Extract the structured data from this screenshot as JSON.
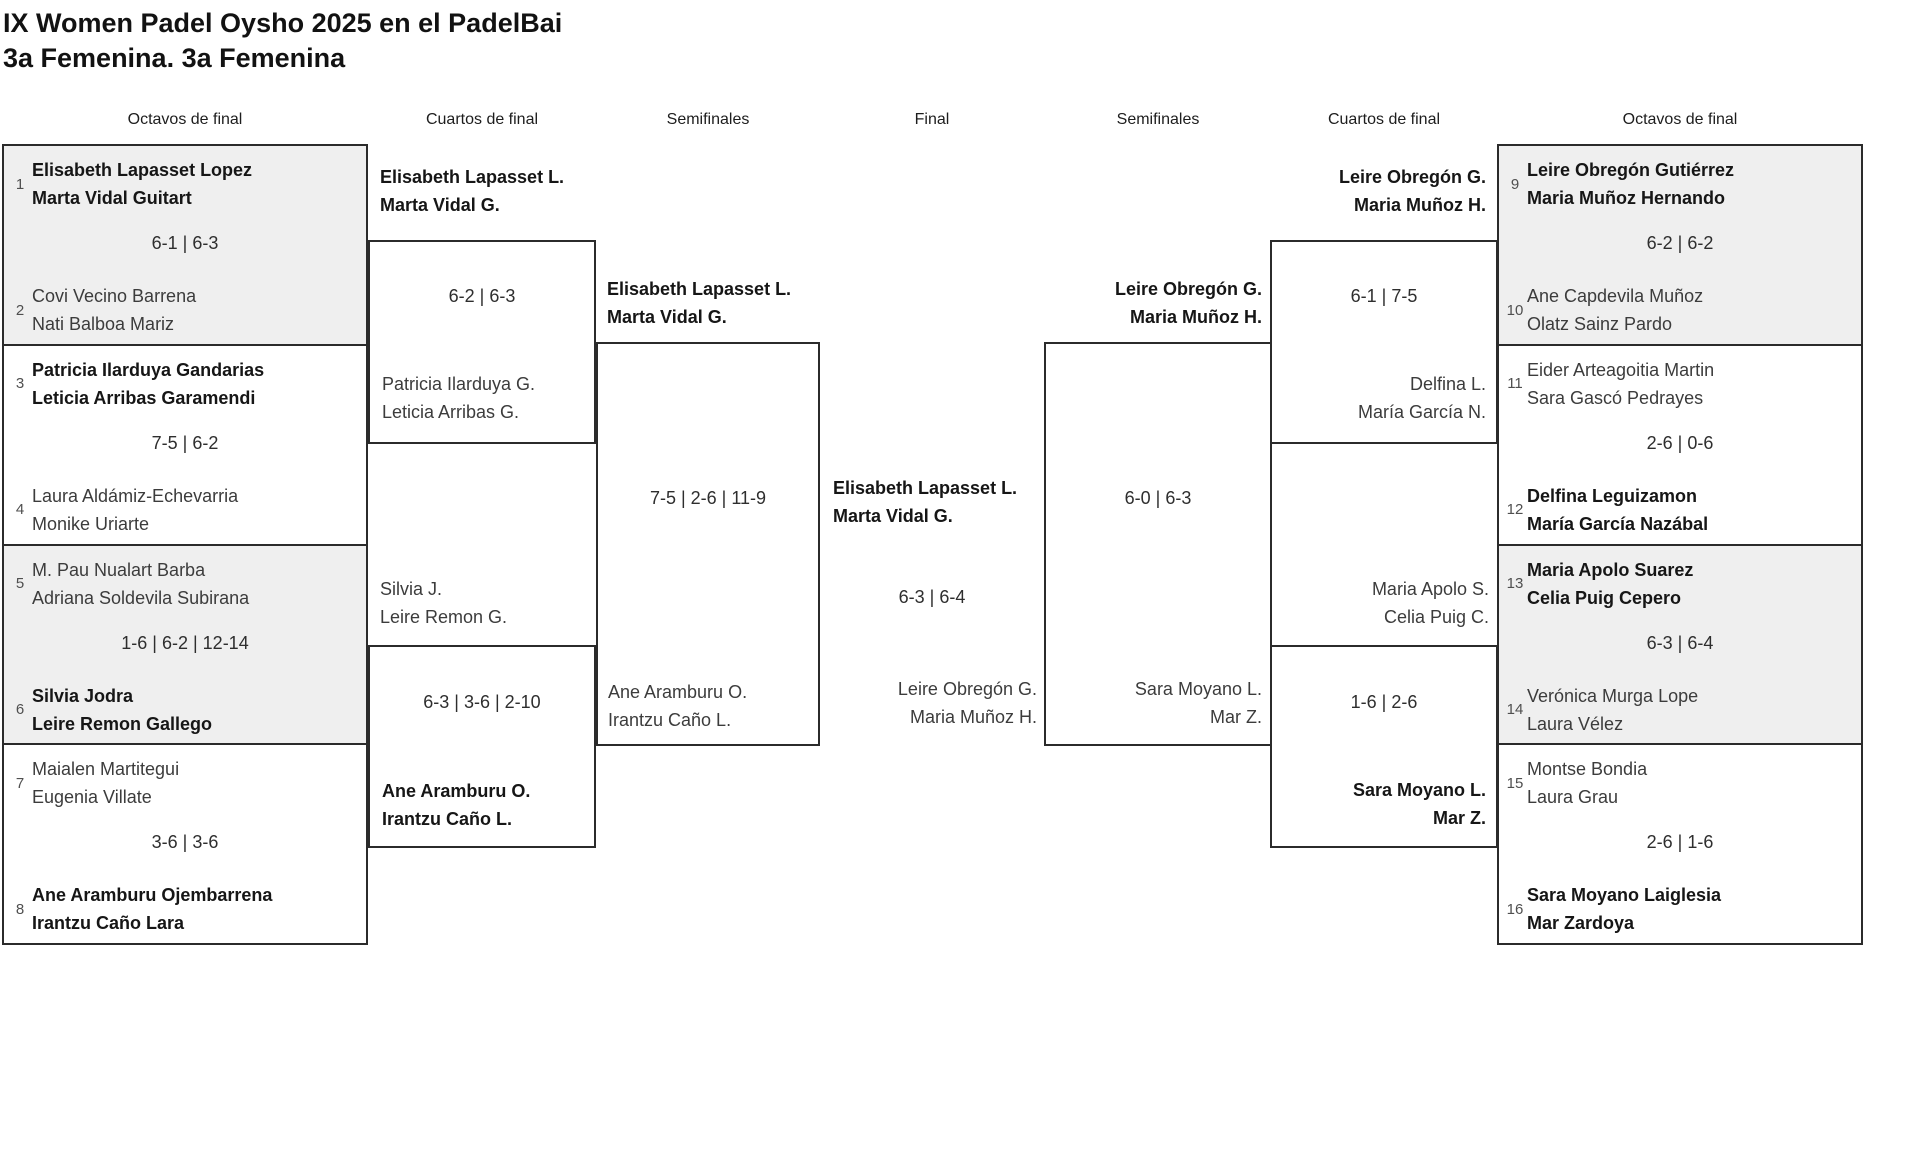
{
  "title": {
    "line1": "IX Women Padel Oysho 2025 en el PadelBai",
    "line2": "3a Femenina. 3a Femenina"
  },
  "headers": [
    "Octavos de final",
    "Cuartos de final",
    "Semifinales",
    "Final",
    "Semifinales",
    "Cuartos de final",
    "Octavos de final"
  ],
  "colors": {
    "background": "#ffffff",
    "box_border": "#2b2b2b",
    "shaded_box": "#efefef",
    "winner_text": "#161616",
    "loser_text": "#3c3c3c"
  },
  "left_octavos": [
    {
      "seed_a": "1",
      "team_a": [
        "Elisabeth Lapasset Lopez",
        "Marta Vidal Guitart"
      ],
      "score": "6-1 | 6-3",
      "seed_b": "2",
      "team_b": [
        "Covi Vecino Barrena",
        "Nati Balboa Mariz"
      ]
    },
    {
      "seed_a": "3",
      "team_a": [
        "Patricia Ilarduya Gandarias",
        "Leticia Arribas Garamendi"
      ],
      "score": "7-5 | 6-2",
      "seed_b": "4",
      "team_b": [
        "Laura Aldámiz-Echevarria",
        "Monike Uriarte"
      ]
    },
    {
      "seed_a": "5",
      "team_a": [
        "M. Pau Nualart Barba",
        "Adriana Soldevila Subirana"
      ],
      "score": "1-6 | 6-2 | 12-14",
      "seed_b": "6",
      "team_b": [
        "Silvia Jodra",
        "Leire Remon Gallego"
      ]
    },
    {
      "seed_a": "7",
      "team_a": [
        "Maialen Martitegui",
        "Eugenia Villate"
      ],
      "score": "3-6 | 3-6",
      "seed_b": "8",
      "team_b": [
        "Ane Aramburu Ojembarrena",
        "Irantzu Caño Lara"
      ]
    }
  ],
  "right_octavos": [
    {
      "seed_a": "9",
      "team_a": [
        "Leire Obregón Gutiérrez",
        "Maria Muñoz Hernando"
      ],
      "score": "6-2 | 6-2",
      "seed_b": "10",
      "team_b": [
        "Ane Capdevila Muñoz",
        "Olatz Sainz Pardo"
      ]
    },
    {
      "seed_a": "11",
      "team_a": [
        "Eider Arteagoitia Martin",
        "Sara Gascó Pedrayes"
      ],
      "score": "2-6 | 0-6",
      "seed_b": "12",
      "team_b": [
        "Delfina Leguizamon",
        "María García Nazábal"
      ]
    },
    {
      "seed_a": "13",
      "team_a": [
        "Maria Apolo Suarez",
        "Celia Puig Cepero"
      ],
      "score": "6-3 | 6-4",
      "seed_b": "14",
      "team_b": [
        "Verónica Murga Lope",
        "Laura Vélez"
      ]
    },
    {
      "seed_a": "15",
      "team_a": [
        "Montse Bondia",
        "Laura Grau"
      ],
      "score": "2-6 | 1-6",
      "seed_b": "16",
      "team_b": [
        "Sara Moyano Laiglesia",
        "Mar Zardoya"
      ]
    }
  ],
  "quarters": {
    "qf1": {
      "above": [
        "Elisabeth Lapasset L.",
        "Marta Vidal G."
      ],
      "score": "6-2 | 6-3",
      "inside": [
        "Patricia Ilarduya G.",
        "Leticia Arribas G."
      ]
    },
    "qf2": {
      "above": [
        "Silvia J.",
        "Leire Remon G."
      ],
      "score": "6-3 | 3-6 | 2-10",
      "inside": [
        "Ane Aramburu O.",
        "Irantzu Caño L."
      ]
    },
    "qf3": {
      "above": [
        "Leire Obregón G.",
        "Maria Muñoz H."
      ],
      "score": "6-1 | 7-5",
      "inside": [
        "Delfina L.",
        "María García N."
      ]
    },
    "qf4": {
      "above": [
        "Maria Apolo S.",
        "Celia Puig C."
      ],
      "score": "1-6 | 2-6",
      "inside": [
        "Sara Moyano L.",
        "Mar Z."
      ]
    }
  },
  "semis": {
    "sf1": {
      "above": [
        "Elisabeth Lapasset L.",
        "Marta Vidal G."
      ],
      "score": "7-5 | 2-6 | 11-9",
      "inside": [
        "Ane Aramburu O.",
        "Irantzu Caño L."
      ]
    },
    "sf2": {
      "above": [
        "Leire Obregón G.",
        "Maria Muñoz H."
      ],
      "score": "6-0 | 6-3",
      "inside": [
        "Sara Moyano L.",
        "Mar Z."
      ]
    }
  },
  "final": {
    "winner": [
      "Elisabeth Lapasset L.",
      "Marta Vidal G."
    ],
    "score": "6-3 | 6-4",
    "runner_up": [
      "Leire Obregón G.",
      "Maria Muñoz H."
    ]
  }
}
